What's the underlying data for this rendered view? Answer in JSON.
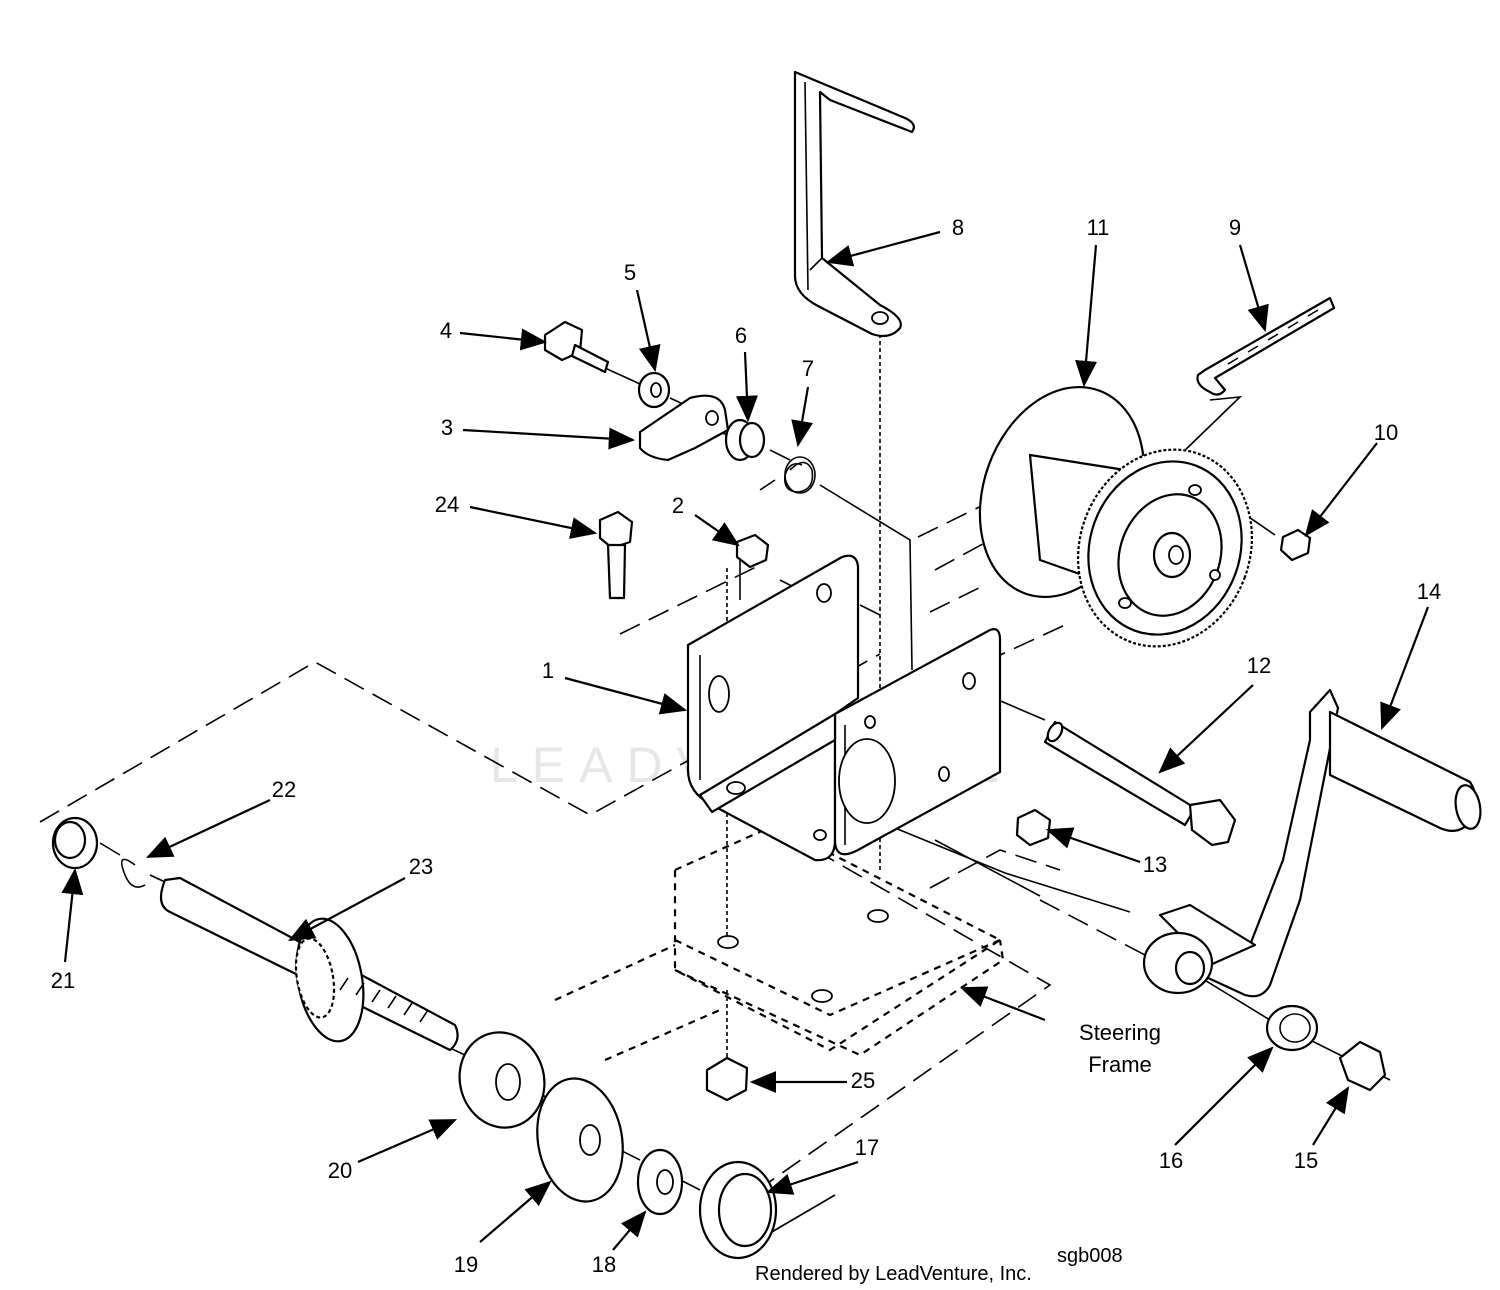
{
  "callouts": [
    {
      "id": "1",
      "text": "1"
    },
    {
      "id": "2",
      "text": "2"
    },
    {
      "id": "3",
      "text": "3"
    },
    {
      "id": "4",
      "text": "4"
    },
    {
      "id": "5",
      "text": "5"
    },
    {
      "id": "6",
      "text": "6"
    },
    {
      "id": "7",
      "text": "7"
    },
    {
      "id": "8",
      "text": "8"
    },
    {
      "id": "9",
      "text": "9"
    },
    {
      "id": "10",
      "text": "10"
    },
    {
      "id": "11",
      "text": "11"
    },
    {
      "id": "12",
      "text": "12"
    },
    {
      "id": "13",
      "text": "13"
    },
    {
      "id": "14",
      "text": "14"
    },
    {
      "id": "15",
      "text": "15"
    },
    {
      "id": "16",
      "text": "16"
    },
    {
      "id": "17",
      "text": "17"
    },
    {
      "id": "18",
      "text": "18"
    },
    {
      "id": "19",
      "text": "19"
    },
    {
      "id": "20",
      "text": "20"
    },
    {
      "id": "21",
      "text": "21"
    },
    {
      "id": "22",
      "text": "22"
    },
    {
      "id": "23",
      "text": "23"
    },
    {
      "id": "24",
      "text": "24"
    },
    {
      "id": "25",
      "text": "25"
    }
  ],
  "steering_frame_label": [
    "Steering",
    "Frame"
  ],
  "footer": "Rendered by LeadVenture, Inc.",
  "diagram_code": "sgb008",
  "watermark": "LEADVENTURE"
}
